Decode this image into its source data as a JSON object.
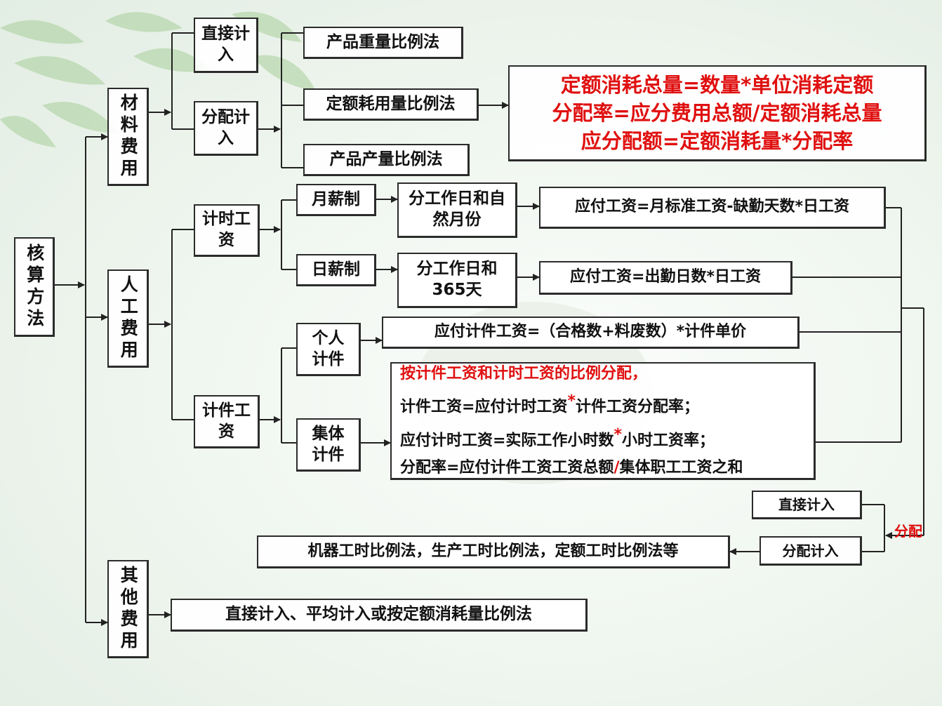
{
  "root": "核算方法",
  "material": {
    "label": "材料费用",
    "direct": "直接计入",
    "allocate": "分配计入",
    "method_weight": "产品重量比例法",
    "method_quota": "定额耗用量比例法",
    "method_output": "产品产量比例法",
    "formulas": [
      "定额消耗总量=数量*单位消耗定额",
      "分配率=应分费用总额/定额消耗总量",
      "应分配额=定额消耗量*分配率"
    ]
  },
  "labor": {
    "label": "人工费用",
    "time_wage": "计时工资",
    "monthly": "月薪制",
    "monthly_days": "分工作日和自然月份",
    "monthly_formula": "应付工资=月标准工资-缺勤天数*日工资",
    "daily": "日薪制",
    "daily_days_line1": "分工作日和",
    "daily_days_line2": "365天",
    "daily_formula": "应付工资=出勤日数*日工资",
    "piece_wage": "计件工资",
    "individual": "个人计件",
    "individual_formula": "应付计件工资=（合格数+料废数）*计件单价",
    "collective": "集体计件",
    "collective_lines": {
      "l1": "按计件工资和计时工资的比例分配，",
      "l2a": "计件工资=应付计时工资",
      "l2b": "计件工资分配率；",
      "l3a": "应付计时工资=实际工作小时数",
      "l3b": "小时工资率；",
      "l4a": "分配率=应付计件工资工资总额",
      "l4b": "集体职工工资之和",
      "star": "*",
      "slash": "/"
    },
    "direct": "直接计入",
    "allocate": "分配计入",
    "allocate_tag": "分配",
    "allocate_methods": "机器工时比例法，生产工时比例法，定额工时比例法等"
  },
  "other": {
    "label": "其他费用",
    "method": "直接计入、平均计入或按定额消耗量比例法"
  },
  "colors": {
    "accent_red": "#e01010",
    "border": "#2b2b2b",
    "line": "#222222"
  }
}
